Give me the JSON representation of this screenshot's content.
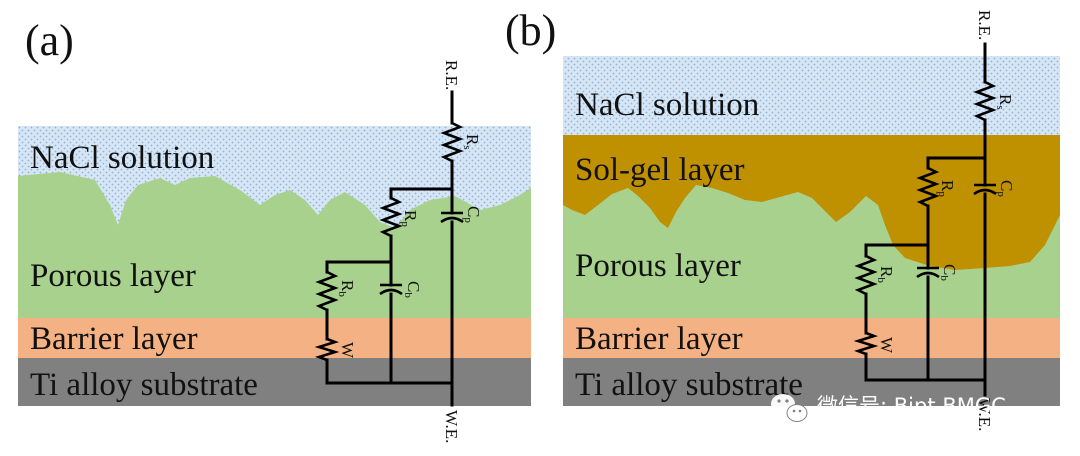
{
  "panels": [
    {
      "label": "(a)",
      "layers": {
        "solution": "NaCl solution",
        "porous": "Porous layer",
        "barrier": "Barrier layer",
        "substrate": "Ti alloy substrate"
      },
      "electrodes": {
        "reference": "R.E.",
        "working": "W.E."
      },
      "components": {
        "Rs": "R",
        "Rs_sub": "s",
        "Cp": "C",
        "Cp_sub": "p",
        "Rp": "R",
        "Rp_sub": "p",
        "Cb": "C",
        "Cb_sub": "b",
        "Rb": "R",
        "Rb_sub": "b",
        "W": "W"
      }
    },
    {
      "label": "(b)",
      "layers": {
        "solution": "NaCl solution",
        "solgel": "Sol-gel layer",
        "porous": "Porous layer",
        "barrier": "Barrier layer",
        "substrate": "Ti alloy substrate"
      },
      "electrodes": {
        "reference": "R.E.",
        "working": "W.E."
      },
      "components": {
        "Rs": "R",
        "Rs_sub": "s",
        "Cp": "C",
        "Cp_sub": "p",
        "Rp": "R",
        "Rp_sub": "p",
        "Cb": "C",
        "Cb_sub": "b",
        "Rb": "R",
        "Rb_sub": "b",
        "W": "W"
      }
    }
  ],
  "watermark": {
    "text": "微信号: Bipt-BMGC",
    "icon": "wechat-icon"
  },
  "colors": {
    "solution": "#cfe2f3",
    "solution_dots": "#8fb3d9",
    "porous": "#a9d18e",
    "barrier": "#f4b183",
    "substrate": "#808080",
    "solgel": "#bf9000"
  }
}
